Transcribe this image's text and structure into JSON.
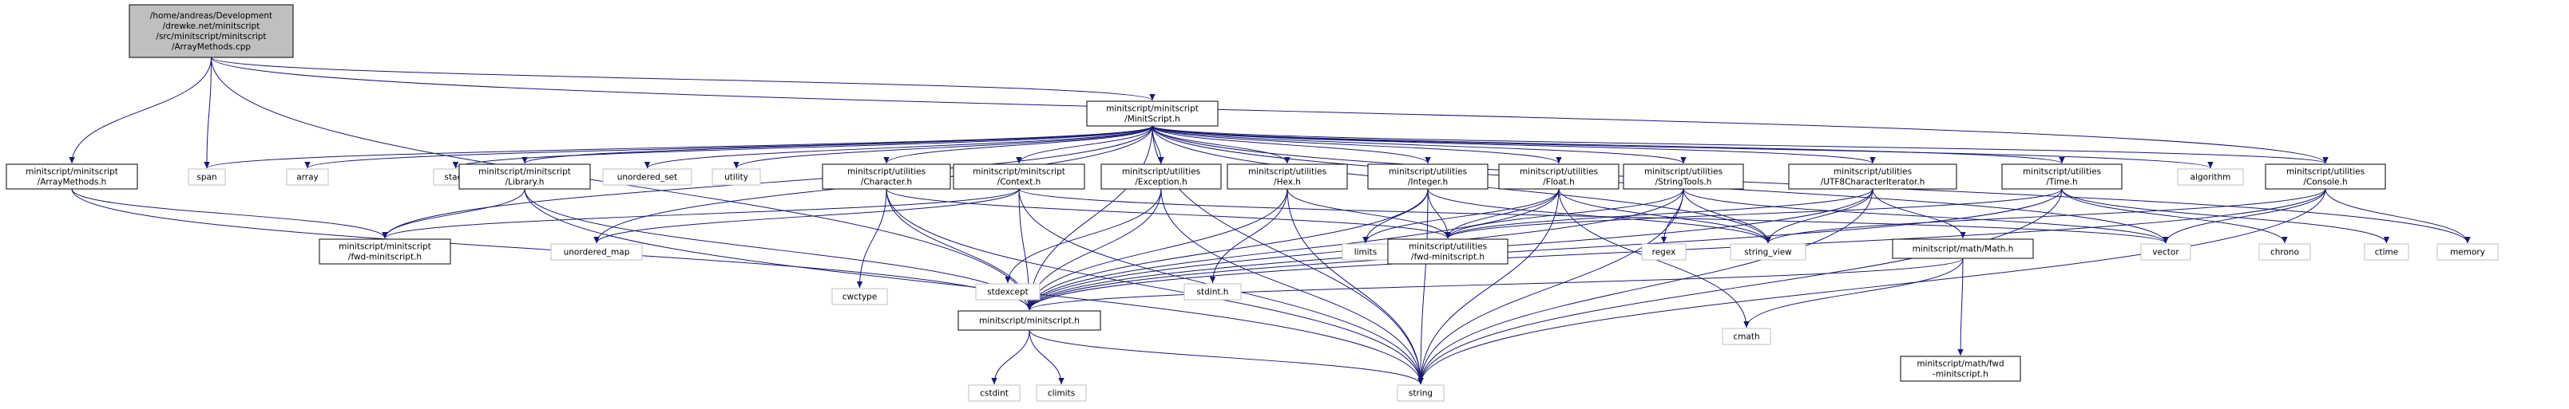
{
  "colors": {
    "edge": "#191970",
    "root_fill": "#bfbfbf",
    "root_stroke": "#000000",
    "local_stroke": "#000000",
    "system_stroke": "#bfbfbf",
    "text": "#000000"
  },
  "nodes": [
    {
      "id": "root",
      "kind": "root",
      "lines": [
        "/home/andreas/Development",
        "/drewke.net/minitscript",
        "/src/minitscript/minitscript",
        "/ArrayMethods.cpp"
      ]
    },
    {
      "id": "minitscript_h",
      "kind": "local",
      "lines": [
        "minitscript/minitscript",
        "/MinitScript.h"
      ]
    },
    {
      "id": "arraymethods_h",
      "kind": "local",
      "lines": [
        "minitscript/minitscript",
        "/ArrayMethods.h"
      ]
    },
    {
      "id": "span",
      "kind": "system",
      "lines": [
        "span"
      ]
    },
    {
      "id": "array",
      "kind": "system",
      "lines": [
        "array"
      ]
    },
    {
      "id": "stack",
      "kind": "system",
      "lines": [
        "stack"
      ]
    },
    {
      "id": "library_h",
      "kind": "local",
      "lines": [
        "minitscript/minitscript",
        "/Library.h"
      ]
    },
    {
      "id": "unordered_set",
      "kind": "system",
      "lines": [
        "unordered_set"
      ]
    },
    {
      "id": "utility",
      "kind": "system",
      "lines": [
        "utility"
      ]
    },
    {
      "id": "character_h",
      "kind": "local",
      "lines": [
        "minitscript/utilities",
        "/Character.h"
      ]
    },
    {
      "id": "context_h",
      "kind": "local",
      "lines": [
        "minitscript/minitscript",
        "/Context.h"
      ]
    },
    {
      "id": "exception_h",
      "kind": "local",
      "lines": [
        "minitscript/utilities",
        "/Exception.h"
      ]
    },
    {
      "id": "hex_h",
      "kind": "local",
      "lines": [
        "minitscript/utilities",
        "/Hex.h"
      ]
    },
    {
      "id": "integer_h",
      "kind": "local",
      "lines": [
        "minitscript/utilities",
        "/Integer.h"
      ]
    },
    {
      "id": "float_h",
      "kind": "local",
      "lines": [
        "minitscript/utilities",
        "/Float.h"
      ]
    },
    {
      "id": "stringtools_h",
      "kind": "local",
      "lines": [
        "minitscript/utilities",
        "/StringTools.h"
      ]
    },
    {
      "id": "utf8_h",
      "kind": "local",
      "lines": [
        "minitscript/utilities",
        "/UTF8CharacterIterator.h"
      ]
    },
    {
      "id": "time_h",
      "kind": "local",
      "lines": [
        "minitscript/utilities",
        "/Time.h"
      ]
    },
    {
      "id": "algorithm",
      "kind": "system",
      "lines": [
        "algorithm"
      ]
    },
    {
      "id": "console_h",
      "kind": "local",
      "lines": [
        "minitscript/utilities",
        "/Console.h"
      ]
    },
    {
      "id": "fwd_mini_left",
      "kind": "local",
      "lines": [
        "minitscript/minitscript",
        "/fwd-minitscript.h"
      ]
    },
    {
      "id": "unordered_map",
      "kind": "system",
      "lines": [
        "unordered_map"
      ]
    },
    {
      "id": "cwctype",
      "kind": "system",
      "lines": [
        "cwctype"
      ]
    },
    {
      "id": "stdexcept",
      "kind": "system",
      "lines": [
        "stdexcept"
      ]
    },
    {
      "id": "stdint_h",
      "kind": "system",
      "lines": [
        "stdint.h"
      ]
    },
    {
      "id": "limits",
      "kind": "system",
      "lines": [
        "limits"
      ]
    },
    {
      "id": "fwd_util",
      "kind": "local",
      "lines": [
        "minitscript/utilities",
        "/fwd-minitscript.h"
      ]
    },
    {
      "id": "regex",
      "kind": "system",
      "lines": [
        "regex"
      ]
    },
    {
      "id": "string_view",
      "kind": "system",
      "lines": [
        "string_view"
      ]
    },
    {
      "id": "math_h",
      "kind": "local",
      "lines": [
        "minitscript/math/Math.h"
      ]
    },
    {
      "id": "vector",
      "kind": "system",
      "lines": [
        "vector"
      ]
    },
    {
      "id": "chrono",
      "kind": "system",
      "lines": [
        "chrono"
      ]
    },
    {
      "id": "ctime",
      "kind": "system",
      "lines": [
        "ctime"
      ]
    },
    {
      "id": "memory",
      "kind": "system",
      "lines": [
        "memory"
      ]
    },
    {
      "id": "minitscript_core",
      "kind": "local",
      "lines": [
        "minitscript/minitscript.h"
      ]
    },
    {
      "id": "cmath",
      "kind": "system",
      "lines": [
        "cmath"
      ]
    },
    {
      "id": "math_fwd",
      "kind": "local",
      "lines": [
        "minitscript/math/fwd",
        "-minitscript.h"
      ]
    },
    {
      "id": "cstdint",
      "kind": "system",
      "lines": [
        "cstdint"
      ]
    },
    {
      "id": "climits",
      "kind": "system",
      "lines": [
        "climits"
      ]
    },
    {
      "id": "string",
      "kind": "system",
      "lines": [
        "string"
      ]
    }
  ],
  "edges": [
    [
      "root",
      "minitscript_h"
    ],
    [
      "root",
      "arraymethods_h"
    ],
    [
      "root",
      "span"
    ],
    [
      "root",
      "minitscript_core"
    ],
    [
      "root",
      "console_h"
    ],
    [
      "arraymethods_h",
      "fwd_mini_left"
    ],
    [
      "arraymethods_h",
      "minitscript_core"
    ],
    [
      "minitscript_h",
      "span"
    ],
    [
      "minitscript_h",
      "array"
    ],
    [
      "minitscript_h",
      "stack"
    ],
    [
      "minitscript_h",
      "library_h"
    ],
    [
      "minitscript_h",
      "unordered_set"
    ],
    [
      "minitscript_h",
      "utility"
    ],
    [
      "minitscript_h",
      "character_h"
    ],
    [
      "minitscript_h",
      "context_h"
    ],
    [
      "minitscript_h",
      "exception_h"
    ],
    [
      "minitscript_h",
      "hex_h"
    ],
    [
      "minitscript_h",
      "integer_h"
    ],
    [
      "minitscript_h",
      "float_h"
    ],
    [
      "minitscript_h",
      "stringtools_h"
    ],
    [
      "minitscript_h",
      "utf8_h"
    ],
    [
      "minitscript_h",
      "time_h"
    ],
    [
      "minitscript_h",
      "algorithm"
    ],
    [
      "minitscript_h",
      "console_h"
    ],
    [
      "minitscript_h",
      "fwd_mini_left"
    ],
    [
      "minitscript_h",
      "unordered_map"
    ],
    [
      "minitscript_h",
      "minitscript_core"
    ],
    [
      "minitscript_h",
      "string_view"
    ],
    [
      "minitscript_h",
      "vector"
    ],
    [
      "minitscript_h",
      "memory"
    ],
    [
      "minitscript_h",
      "string"
    ],
    [
      "library_h",
      "fwd_mini_left"
    ],
    [
      "library_h",
      "minitscript_core"
    ],
    [
      "library_h",
      "string"
    ],
    [
      "character_h",
      "cwctype"
    ],
    [
      "character_h",
      "minitscript_core"
    ],
    [
      "character_h",
      "string"
    ],
    [
      "character_h",
      "fwd_util"
    ],
    [
      "context_h",
      "fwd_mini_left"
    ],
    [
      "context_h",
      "minitscript_core"
    ],
    [
      "context_h",
      "unordered_map"
    ],
    [
      "context_h",
      "vector"
    ],
    [
      "context_h",
      "string"
    ],
    [
      "exception_h",
      "stdexcept"
    ],
    [
      "exception_h",
      "minitscript_core"
    ],
    [
      "exception_h",
      "string"
    ],
    [
      "hex_h",
      "stdint_h"
    ],
    [
      "hex_h",
      "minitscript_core"
    ],
    [
      "hex_h",
      "fwd_util"
    ],
    [
      "hex_h",
      "string"
    ],
    [
      "integer_h",
      "limits"
    ],
    [
      "integer_h",
      "minitscript_core"
    ],
    [
      "integer_h",
      "fwd_util"
    ],
    [
      "integer_h",
      "string_view"
    ],
    [
      "integer_h",
      "string"
    ],
    [
      "float_h",
      "limits"
    ],
    [
      "float_h",
      "cmath"
    ],
    [
      "float_h",
      "minitscript_core"
    ],
    [
      "float_h",
      "fwd_util"
    ],
    [
      "float_h",
      "string_view"
    ],
    [
      "float_h",
      "string"
    ],
    [
      "stringtools_h",
      "regex"
    ],
    [
      "stringtools_h",
      "minitscript_core"
    ],
    [
      "stringtools_h",
      "fwd_util"
    ],
    [
      "stringtools_h",
      "string_view"
    ],
    [
      "stringtools_h",
      "vector"
    ],
    [
      "stringtools_h",
      "string"
    ],
    [
      "utf8_h",
      "math_h"
    ],
    [
      "utf8_h",
      "minitscript_core"
    ],
    [
      "utf8_h",
      "fwd_util"
    ],
    [
      "utf8_h",
      "string_view"
    ],
    [
      "utf8_h",
      "string"
    ],
    [
      "math_h",
      "cmath"
    ],
    [
      "math_h",
      "minitscript_core"
    ],
    [
      "math_h",
      "math_fwd"
    ],
    [
      "time_h",
      "chrono"
    ],
    [
      "time_h",
      "ctime"
    ],
    [
      "time_h",
      "minitscript_core"
    ],
    [
      "time_h",
      "fwd_util"
    ],
    [
      "time_h",
      "string"
    ],
    [
      "console_h",
      "memory"
    ],
    [
      "console_h",
      "minitscript_core"
    ],
    [
      "console_h",
      "string_view"
    ],
    [
      "console_h",
      "vector"
    ],
    [
      "console_h",
      "string"
    ],
    [
      "minitscript_core",
      "cstdint"
    ],
    [
      "minitscript_core",
      "climits"
    ],
    [
      "minitscript_core",
      "string"
    ]
  ]
}
